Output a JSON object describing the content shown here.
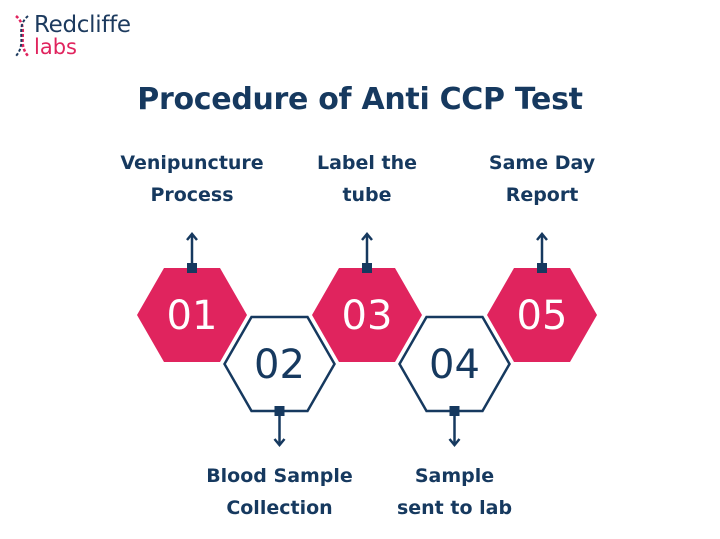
{
  "logo": {
    "line1": "Redcliffe",
    "line2": "labs"
  },
  "title": "Procedure of Anti CCP Test",
  "colors": {
    "navy": "#16395f",
    "pink": "#e0245e"
  },
  "steps": [
    {
      "number": "01",
      "label_line1": "Venipuncture",
      "label_line2": "Process",
      "style": "filled",
      "position": "top"
    },
    {
      "number": "02",
      "label_line1": "Blood Sample",
      "label_line2": "Collection",
      "style": "outline",
      "position": "bottom"
    },
    {
      "number": "03",
      "label_line1": "Label the",
      "label_line2": "tube",
      "style": "filled",
      "position": "top"
    },
    {
      "number": "04",
      "label_line1": "Sample",
      "label_line2": "sent to lab",
      "style": "outline",
      "position": "bottom"
    },
    {
      "number": "05",
      "label_line1": "Same Day",
      "label_line2": "Report",
      "style": "filled",
      "position": "top"
    }
  ]
}
